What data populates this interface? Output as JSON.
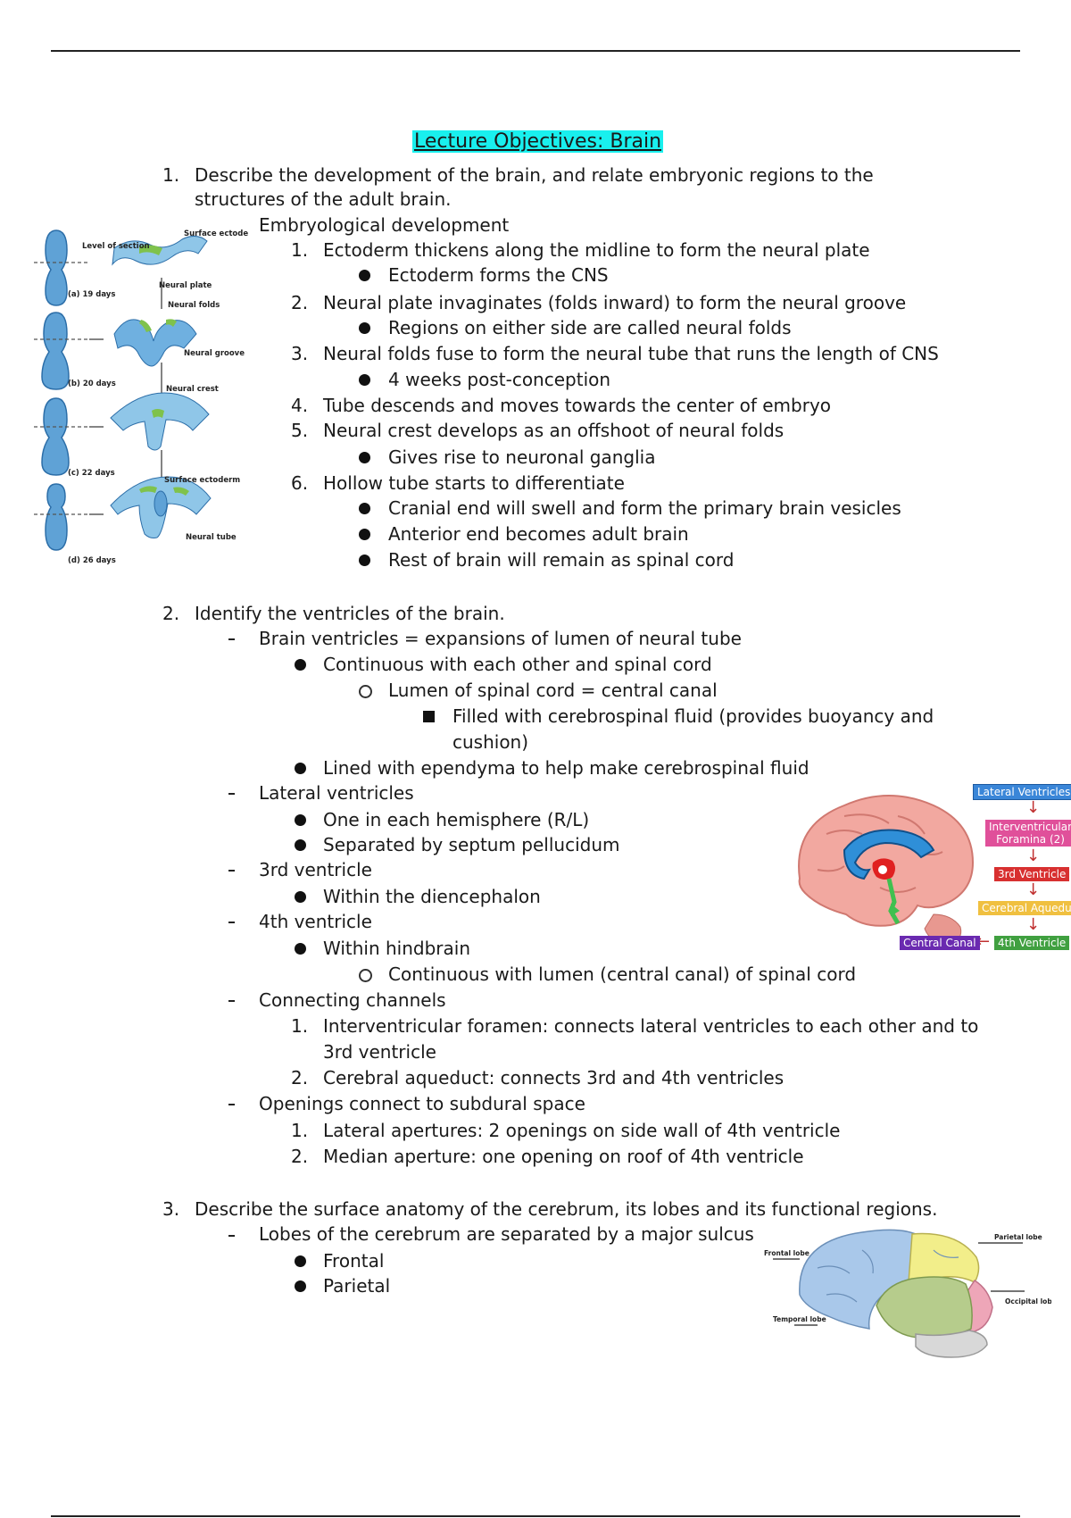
{
  "title": "Lecture Objectives: Brain",
  "objectives": [
    {
      "num": "1.",
      "text": "Describe the development of the brain, and relate embryonic regions to the",
      "text2": "structures of the adult brain."
    },
    {
      "num": "2.",
      "text": "Identify the ventricles of the brain."
    },
    {
      "num": "3.",
      "text": "Describe the surface anatomy of the cerebrum, its lobes and its functional regions."
    }
  ],
  "section1": {
    "heading": "Embryological development",
    "items": [
      {
        "num": "1.",
        "text": "Ectoderm thickens along the midline to form the neural plate"
      },
      {
        "bullet": "Ectoderm forms the CNS"
      },
      {
        "num": "2.",
        "text": "Neural plate invaginates (folds inward) to form the neural groove"
      },
      {
        "bullet": "Regions on either side are called neural folds"
      },
      {
        "num": "3.",
        "text": "Neural folds fuse to form the neural tube that runs the length of CNS"
      },
      {
        "bullet": "4 weeks post-conception"
      },
      {
        "num": "4.",
        "text": "Tube descends and moves towards the center of embryo"
      },
      {
        "num": "5.",
        "text": "Neural crest develops as an offshoot of neural folds"
      },
      {
        "bullet": "Gives rise to neuronal ganglia"
      },
      {
        "num": "6.",
        "text": "Hollow tube starts to differentiate"
      },
      {
        "bullet": "Cranial end will swell and form the primary brain vesicles"
      },
      {
        "bullet": "Anterior end becomes adult brain"
      },
      {
        "bullet": "Rest of brain will remain as spinal cord"
      }
    ],
    "figure_labels": {
      "level": "Level of section",
      "surface1": "Surface ectoderm",
      "plate": "Neural plate",
      "folds": "Neural folds",
      "groove": "Neural groove",
      "crest": "Neural crest",
      "surface2": "Surface ectoderm",
      "tube": "Neural tube",
      "a": "(a) 19 days",
      "b": "(b) 20 days",
      "c": "(c) 22 days",
      "d": "(d) 26 days"
    }
  },
  "section2": {
    "l1": "Brain ventricles = expansions of lumen of neural tube",
    "l2": "Continuous with each other and spinal cord",
    "l3": "Lumen of spinal cord = central canal",
    "l4a": "Filled with cerebrospinal fluid (provides buoyancy and",
    "l4b": "cushion)",
    "l5": "Lined with ependyma to help make cerebrospinal fluid",
    "l6": "Lateral ventricles",
    "l7": "One in each hemisphere (R/L)",
    "l8": "Separated by septum pellucidum",
    "l9": "3rd ventricle",
    "l10": "Within the diencephalon",
    "l11": "4th ventricle",
    "l12": "Within hindbrain",
    "l13": "Continuous with lumen (central canal) of spinal cord",
    "l14": "Connecting channels",
    "l15n": "1.",
    "l15a": "Interventricular foramen: connects lateral ventricles to each other and to",
    "l15b": "3rd ventricle",
    "l16n": "2.",
    "l16": "Cerebral aqueduct: connects 3rd and 4th ventricles",
    "l17": "Openings connect to subdural space",
    "l18n": "1.",
    "l18": "Lateral apertures: 2 openings on side wall of 4th ventricle",
    "l19n": "2.",
    "l19": "Median aperture: one opening on roof of 4th ventricle",
    "flow": {
      "lateral": "Lateral Ventricles",
      "inter1": "Interventricular",
      "inter2": "Foramina (2)",
      "third": "3rd Ventricle",
      "aqueduct": "Cerebral Aqueduct",
      "fourth": "4th Ventricle",
      "canal": "Central Canal"
    }
  },
  "section3": {
    "l1": "Lobes of the cerebrum are separated by a major sulcus",
    "b1": "Frontal",
    "b2": "Parietal",
    "lobe_labels": {
      "frontal": "Frontal lobe",
      "parietal": "Parietal lobe",
      "occipital": "Occipital lobe",
      "temporal": "Temporal lobe"
    }
  }
}
